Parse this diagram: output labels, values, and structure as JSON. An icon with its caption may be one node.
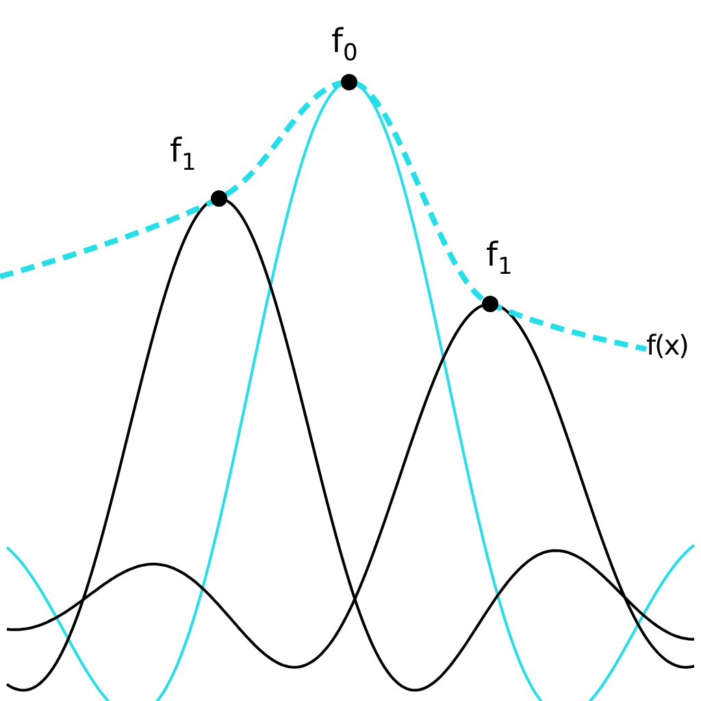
{
  "diagram": {
    "labels": [
      "f$_{0}$",
      "f$_{1}$",
      "f$_{1}$",
      "f(x)"
    ]
  }
}
